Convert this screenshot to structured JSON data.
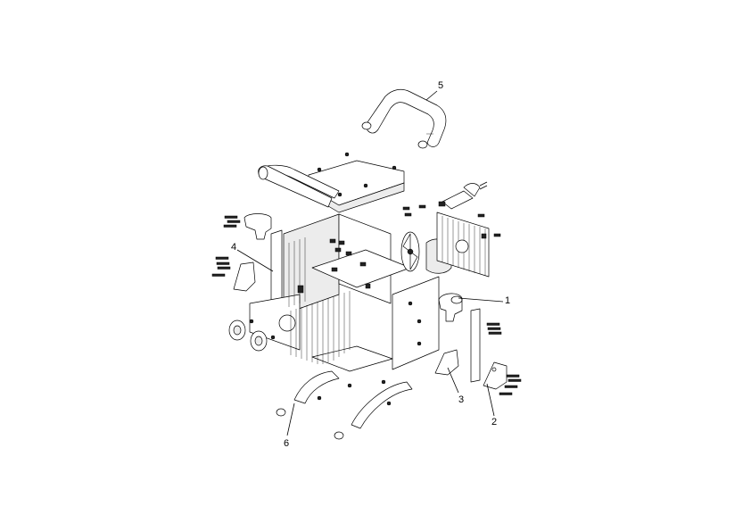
{
  "diagram": {
    "callouts": [
      {
        "id": "1",
        "label": "1"
      },
      {
        "id": "2",
        "label": "2"
      },
      {
        "id": "3",
        "label": "3"
      },
      {
        "id": "4",
        "label": "4"
      },
      {
        "id": "5",
        "label": "5"
      },
      {
        "id": "6",
        "label": "6"
      }
    ]
  },
  "colors": {
    "line": "#000000",
    "background": "#ffffff"
  }
}
